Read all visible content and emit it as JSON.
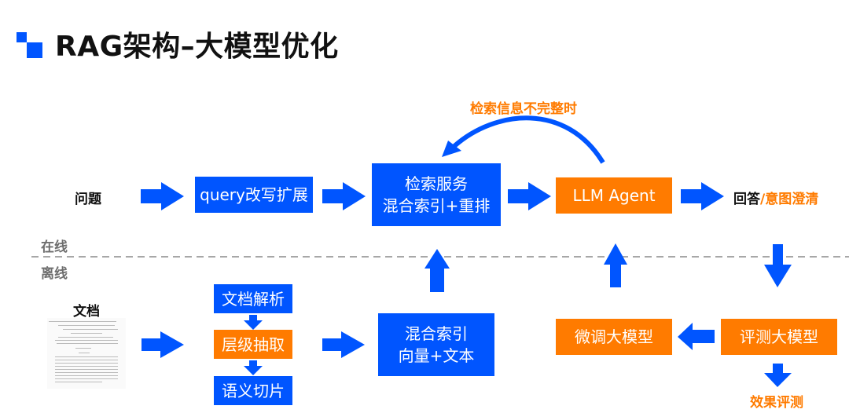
{
  "header": {
    "title": "RAG架构–大模型优化",
    "brand_color": "#0055ff"
  },
  "colors": {
    "blue": "#0055ff",
    "orange": "#ff7b00",
    "divider": "#8a8a8a"
  },
  "sections": {
    "online": "在线",
    "offline": "离线"
  },
  "online_flow": {
    "question": "问题",
    "query_rewrite": "query改写扩展",
    "retrieval_line1": "检索服务",
    "retrieval_line2": "混合索引+重排",
    "llm_agent": "LLM Agent",
    "answer_prefix": "回答",
    "answer_suffix": "/意图澄清",
    "feedback_label": "检索信息不完整时"
  },
  "offline_flow": {
    "document_label": "文档",
    "doc_parse": "文档解析",
    "hier_extract": "层级抽取",
    "semantic_chunk": "语义切片",
    "hybrid_index_line1": "混合索引",
    "hybrid_index_line2": "向量+文本",
    "finetune_llm": "微调大模型",
    "evaluate_llm": "评测大模型",
    "eval_result": "效果评测"
  }
}
